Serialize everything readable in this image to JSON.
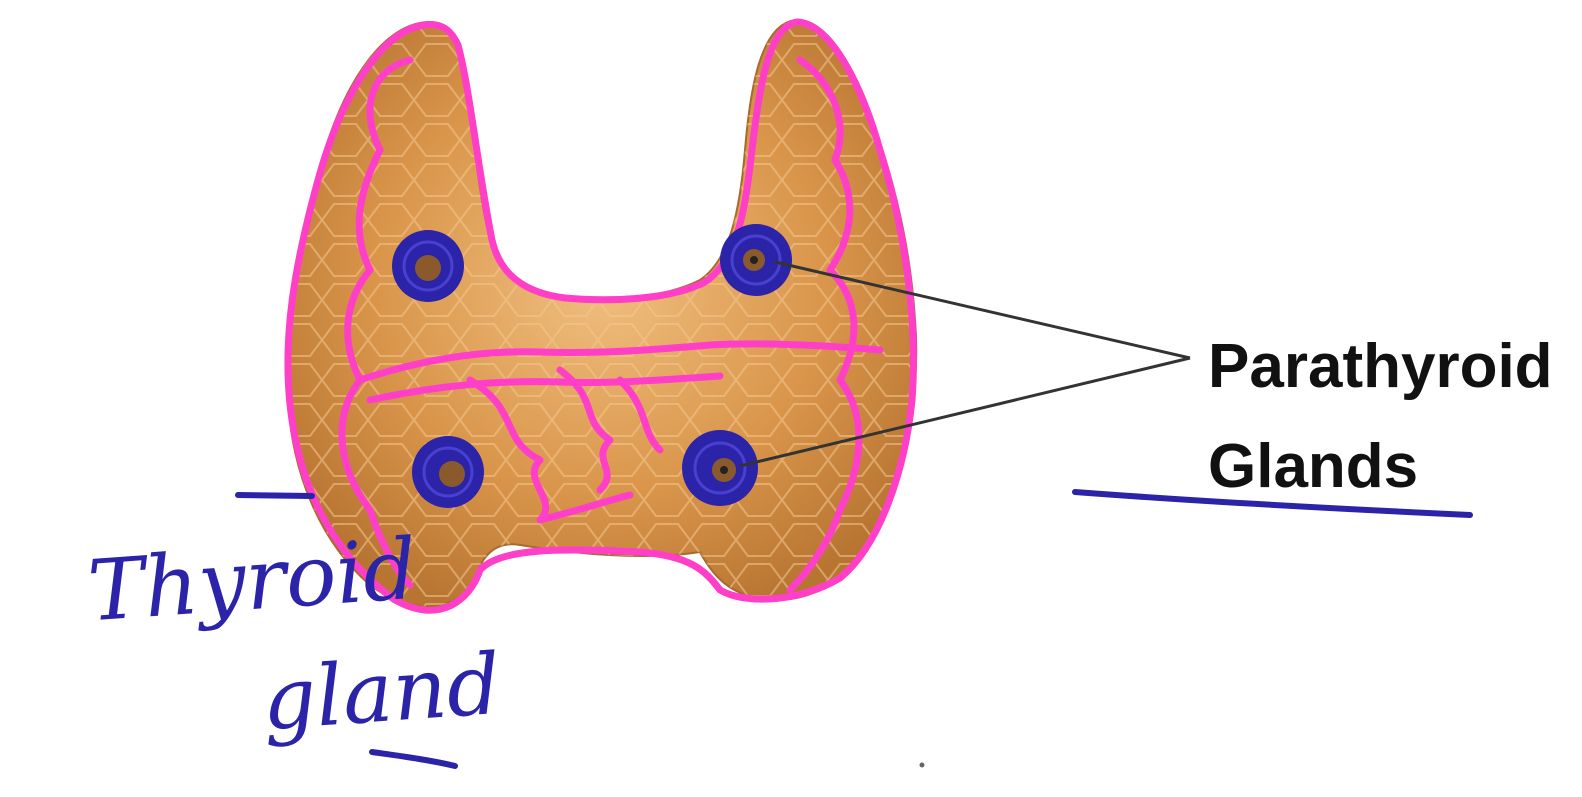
{
  "labels": {
    "parathyroid_line1": "Parathyroid",
    "parathyroid_line2": "Glands",
    "thyroid_line1": "Thyroid",
    "thyroid_line2": "gland"
  },
  "colors": {
    "gland_fill": "#d9954a",
    "gland_shade": "#b87532",
    "gland_highlight": "#f0bf80",
    "annotation_outline": "#ff3fc8",
    "annotation_ink": "#2b23a8",
    "parathyroid_core": "#8a5a2c",
    "leader_line": "#333333"
  },
  "parathyroid_gland_count": 4
}
